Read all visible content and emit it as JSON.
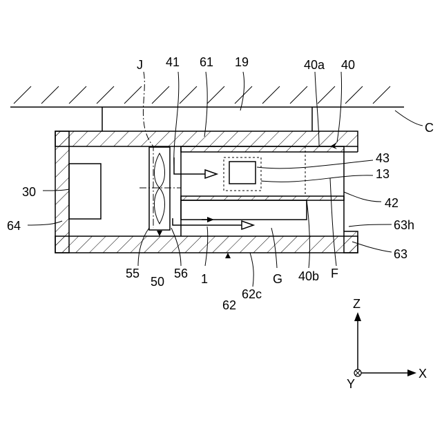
{
  "labels": {
    "J": "J",
    "n41": "41",
    "n61": "61",
    "n19": "19",
    "n40a": "40a",
    "n40": "40",
    "C": "C",
    "n43": "43",
    "n13": "13",
    "n30": "30",
    "n42": "42",
    "n64": "64",
    "n63h": "63h",
    "n63": "63",
    "n55": "55",
    "n50": "50",
    "n56": "56",
    "n1": "1",
    "G": "G",
    "n40b": "40b",
    "F": "F",
    "n62c": "62c",
    "n62": "62"
  },
  "axes": {
    "z": "Z",
    "x": "X",
    "y": "Y"
  }
}
